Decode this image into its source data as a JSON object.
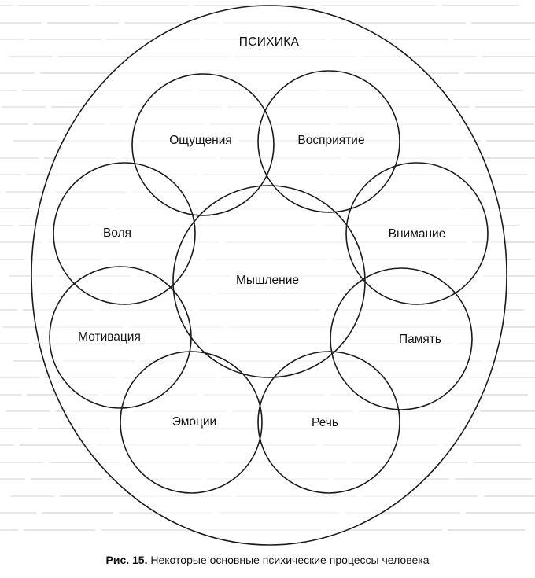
{
  "diagram": {
    "title": "ПСИХИКА",
    "nodes": [
      {
        "id": "oshchushcheniya",
        "label": "Ощущения"
      },
      {
        "id": "vospriyatie",
        "label": "Восприятие"
      },
      {
        "id": "volya",
        "label": "Воля"
      },
      {
        "id": "vnimanie",
        "label": "Внимание"
      },
      {
        "id": "myshlenie",
        "label": "Мышление"
      },
      {
        "id": "motivatsiya",
        "label": "Мотивация"
      },
      {
        "id": "pamyat",
        "label": "Память"
      },
      {
        "id": "emotsii",
        "label": "Эмоции"
      },
      {
        "id": "rech",
        "label": "Речь"
      }
    ]
  },
  "caption": {
    "figure": "Рис. 15.",
    "text": "Некоторые основные психические процессы человека"
  }
}
